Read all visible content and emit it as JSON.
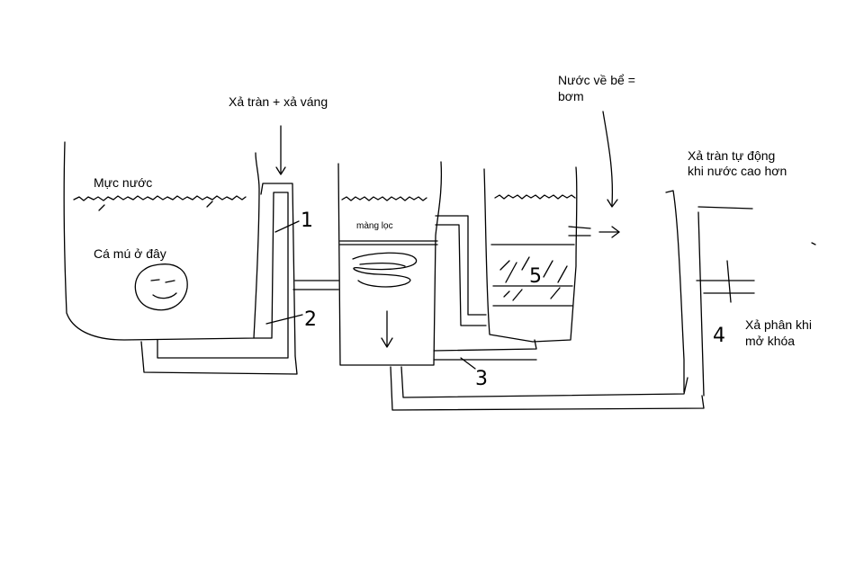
{
  "labels": {
    "muc_nuoc": "Mực nước",
    "ca_mu": "Cá mú ở đây",
    "xa_tran_xa_vang": "Xả tràn + xả váng",
    "mang_loc": "màng lọc",
    "nuoc_ve_be_line1": "Nước về bể =",
    "nuoc_ve_be_line2": "bơm",
    "xa_tran_tu_dong_line1": "Xả tràn tự động",
    "xa_tran_tu_dong_line2": "khi nước cao hơn",
    "xa_phan_line1": "Xả phân khi",
    "xa_phan_line2": "mở khóa"
  },
  "numbers": {
    "n1": "1",
    "n2": "2",
    "n3": "3",
    "n4": "4",
    "n5": "5"
  }
}
